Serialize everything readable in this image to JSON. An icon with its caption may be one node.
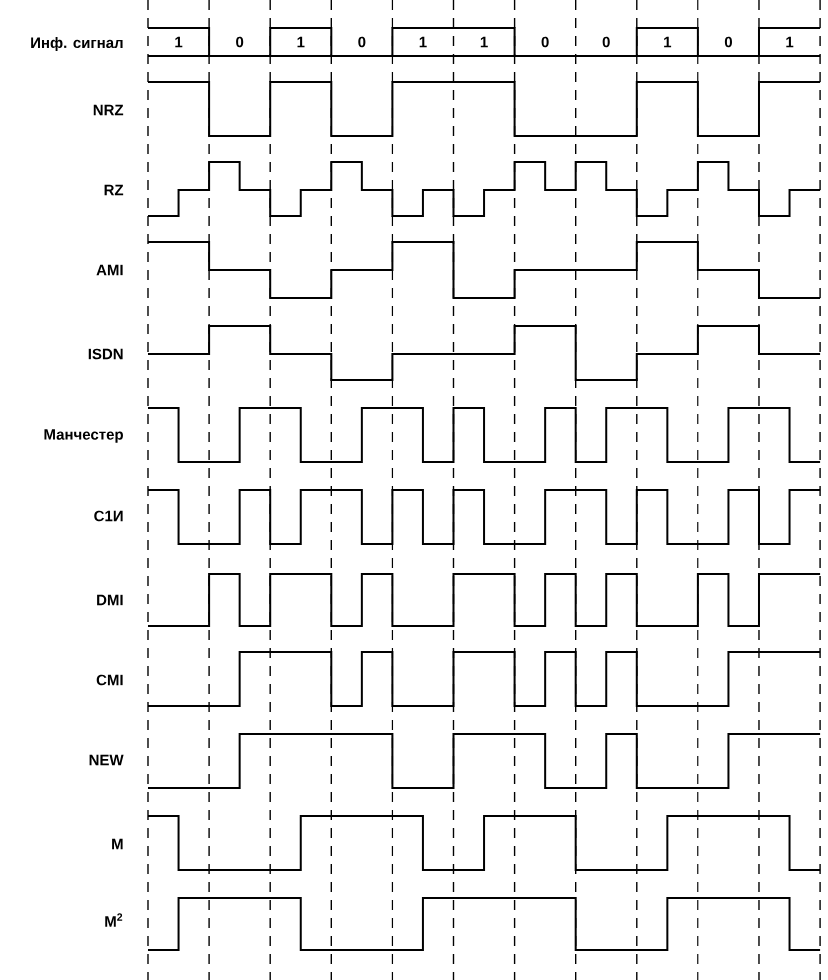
{
  "diagram": {
    "labels": [
      "Инф. сигнал",
      "1",
      "0",
      "1",
      "0",
      "1",
      "1",
      "0",
      "0",
      "1",
      "0",
      "1",
      "NRZ",
      "RZ",
      "AMI",
      "ISDN",
      "Манчестер",
      "C1И",
      "DMI",
      "CMI",
      "NEW",
      "M",
      "M$^{2}$"
    ]
  }
}
